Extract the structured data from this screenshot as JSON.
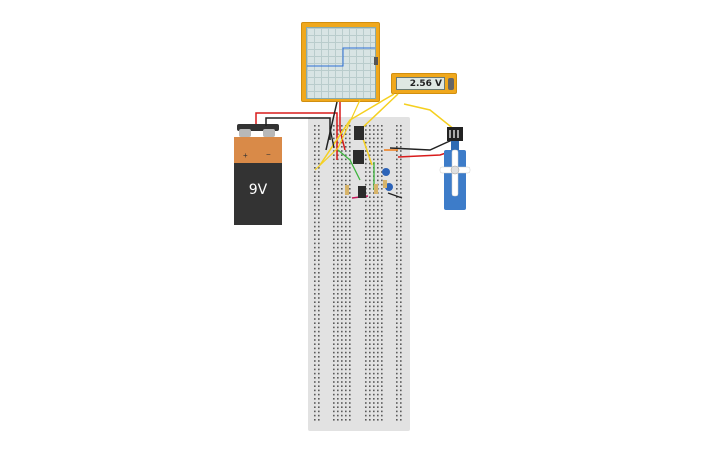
{
  "multimeter": {
    "reading": "2.56 V"
  },
  "battery": {
    "label": "9V",
    "plus": "+",
    "minus": "−"
  },
  "components": [
    "oscilloscope",
    "multimeter",
    "9v-battery",
    "breadboard",
    "ic-chip",
    "potentiometer",
    "resistor",
    "servo-motor"
  ],
  "colors": {
    "case_orange": "#f0a81c",
    "wire_red": "#d81b1b",
    "wire_yellow": "#f5d020",
    "wire_black": "#222222",
    "wire_green": "#3db53d",
    "wire_orange": "#f07c1a",
    "servo_blue": "#3d7cc9",
    "breadboard": "#e2e2e2"
  }
}
